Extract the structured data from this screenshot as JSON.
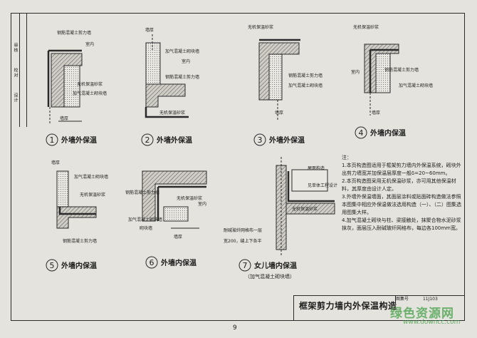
{
  "sheet": {
    "left_margin_labels": [
      "审核",
      "校对",
      "设计"
    ],
    "page_number": "9",
    "atlas_label": "图集号",
    "atlas_no": "11J103"
  },
  "title": "框架剪力墙内外保温构造",
  "details": [
    {
      "num": "1",
      "caption": "外墙外保温",
      "labels": [
        "钢筋混凝土剪力墙",
        "室内",
        "无机保温砂浆",
        "加气混凝土砌块墙",
        "墙厚"
      ]
    },
    {
      "num": "2",
      "caption": "外墙外保温",
      "labels": [
        "墙厚",
        "加气混凝土砌块墙",
        "室内",
        "钢筋混凝土剪力墙",
        "无机保温砂浆"
      ]
    },
    {
      "num": "3",
      "caption": "外墙外保温",
      "labels": [
        "无机保温砂浆",
        "钢筋混凝土剪力墙",
        "加气混凝土砌块墙",
        "墙厚"
      ]
    },
    {
      "num": "4",
      "caption": "外墙内保温",
      "labels": [
        "无机保温砂浆",
        "室内",
        "钢筋混凝土剪力墙",
        "加气混凝土砌块墙",
        "墙厚"
      ]
    },
    {
      "num": "5",
      "caption": "外墙内保温",
      "labels": [
        "墙厚",
        "加气混凝土砌块墙",
        "无机保温砂浆",
        "钢筋混凝土剪力墙"
      ]
    },
    {
      "num": "6",
      "caption": "外墙内保温",
      "labels": [
        "钢筋混凝土剪力墙",
        "无机保温砂浆",
        "室内",
        "加气混凝土砌块墙",
        "砌块墙",
        "墙厚"
      ]
    },
    {
      "num": "7",
      "caption": "女儿墙内保温",
      "sub": "（加气混凝土砌块墙）",
      "labels": [
        "屋面构造",
        "见单体工程设计",
        "无机保温砂浆",
        "耐碱玻纤网格布一层",
        "宽200，缝上下各半"
      ]
    }
  ],
  "notes_heading": "注：",
  "notes": [
    "1.本页构造图适用于框架剪力墙内外保温系统，砌块外出剪力墙宽并加保温层厚度一般δ=20~60mm。",
    "2.本页构造图采用无机保温砂浆，亦可用其他保温材料，其厚度由设计人定。",
    "3.外墙外保温墙面，其面层涂料或贴面砖构造做法参照本图集中相应外保温做法选用构造（一）、（二）图集选用图集大样。",
    "4.加气混凝土砌块与柱、梁接触处，抹聚合物水泥砂浆抹灰，面层压入耐碱玻纤网格布，每边各100mm宽。"
  ],
  "watermark": {
    "cn": "绿色资源网",
    "url": "www.downcc.com"
  }
}
